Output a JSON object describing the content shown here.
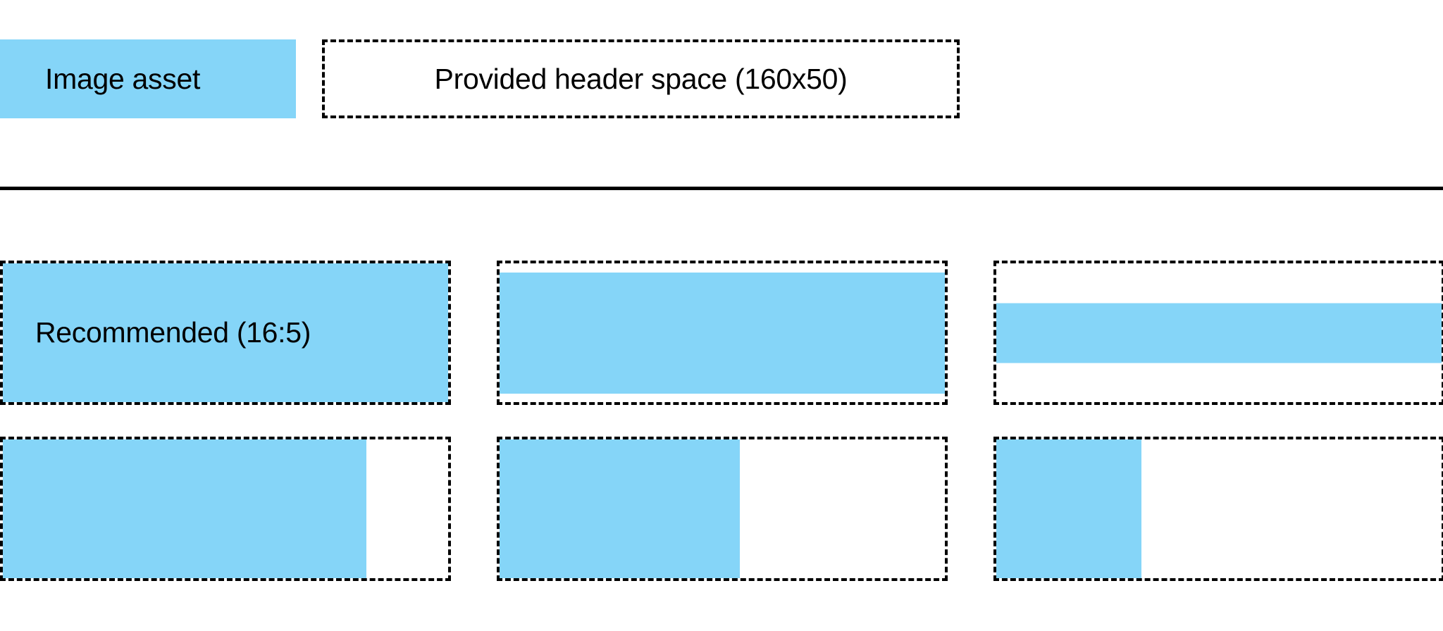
{
  "colors": {
    "accent": "#85D5F8",
    "outline": "#000000",
    "background": "#ffffff"
  },
  "header": {
    "image_asset_label": "Image asset",
    "provided_space_label": "Provided header space (160x50)",
    "provided_space_width": 160,
    "provided_space_height": 50
  },
  "grid": {
    "recommended_label": "Recommended (16:5)",
    "rows": [
      {
        "cells": [
          {
            "fit": "full-bleed",
            "label": "Recommended (16:5)"
          },
          {
            "fit": "letterbox-tall",
            "label": ""
          },
          {
            "fit": "letterbox-short",
            "label": ""
          }
        ]
      },
      {
        "cells": [
          {
            "fit": "pillarbox-80",
            "label": ""
          },
          {
            "fit": "pillarbox-55",
            "label": ""
          },
          {
            "fit": "pillarbox-25",
            "label": ""
          }
        ]
      }
    ]
  }
}
